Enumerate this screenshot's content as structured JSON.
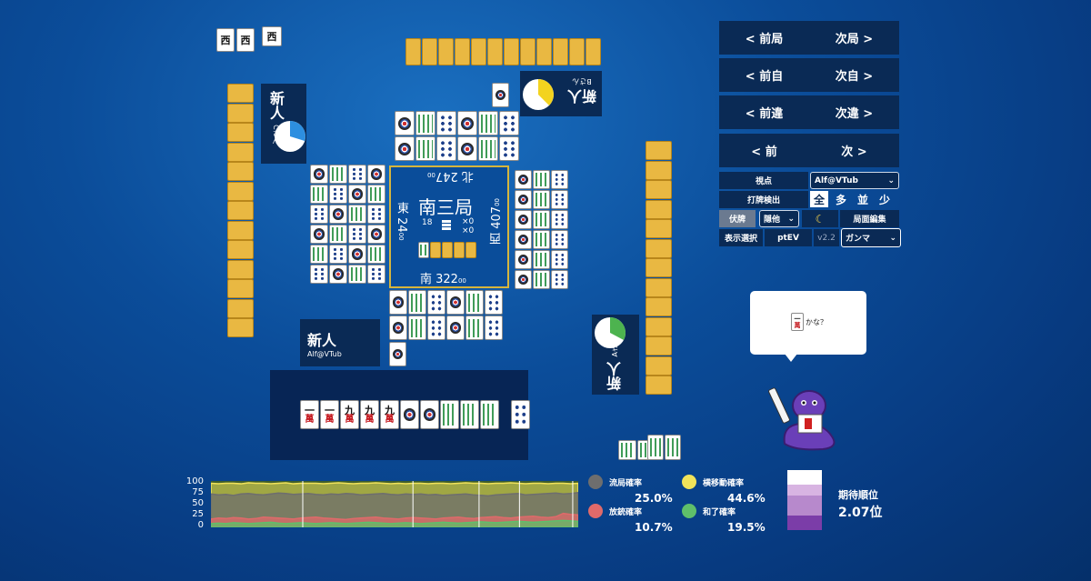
{
  "nav": {
    "prev_round": "< 前局",
    "next_round": "次局 >",
    "prev_self": "< 前自",
    "next_self": "次自 >",
    "prev_diff": "< 前違",
    "next_diff": "次違 >",
    "prev": "< 前",
    "next": "次 >"
  },
  "controls": {
    "viewpoint_label": "視点",
    "viewpoint_value": "Alf@VTub",
    "discard_detect_label": "打牌検出",
    "detect_options": [
      "全",
      "多",
      "並",
      "少"
    ],
    "detect_selected": "全",
    "hidden_label": "伏牌",
    "hidden_value": "隠他",
    "moon_icon": "moon-icon",
    "edit_label": "局面編集",
    "display_select_label": "表示選択",
    "ptev_label": "ptEV",
    "version": "v2.2",
    "gamma_value": "ガンマ"
  },
  "center": {
    "round": "南三局",
    "honba": "18",
    "riichi_a": "×0",
    "riichi_b": "×0",
    "score_south": "南 322",
    "score_south_small": "00",
    "score_east": "東 24",
    "score_east_small": "00",
    "score_west": "西 407",
    "score_west_small": "00",
    "score_north": "北 247",
    "score_north_small": "00"
  },
  "players": {
    "self": {
      "name": "新人",
      "tag": "Alf@VTub"
    },
    "right": {
      "name": "新人",
      "tag": "Aさん"
    },
    "top": {
      "name": "新人",
      "tag": "Bさん"
    },
    "left": {
      "name": "新人",
      "tag": "Cさん"
    }
  },
  "hand": [
    {
      "a": "一",
      "b": "萬",
      "kind": "man"
    },
    {
      "a": "一",
      "b": "萬",
      "kind": "man"
    },
    {
      "a": "九",
      "b": "萬",
      "kind": "man"
    },
    {
      "a": "九",
      "b": "萬",
      "kind": "man"
    },
    {
      "a": "九",
      "b": "萬",
      "kind": "man"
    },
    {
      "a": "",
      "b": "",
      "kind": "pin"
    },
    {
      "a": "",
      "b": "",
      "kind": "pin"
    },
    {
      "a": "",
      "b": "",
      "kind": "sou"
    },
    {
      "a": "",
      "b": "",
      "kind": "sou"
    },
    {
      "a": "",
      "b": "",
      "kind": "sou"
    },
    {
      "a": "",
      "b": "",
      "kind": "dots"
    }
  ],
  "speech": {
    "tile_a": "一",
    "tile_b": "萬",
    "text": "かな？"
  },
  "stats": {
    "ryukyoku_label": "流局確率",
    "ryukyoku_value": "25.0%",
    "yokoido_label": "横移動確率",
    "yokoido_value": "44.6%",
    "houjuu_label": "放銃確率",
    "houjuu_value": "10.7%",
    "hora_label": "和了確率",
    "hora_value": "19.5%",
    "expected_rank_label": "期待順位",
    "expected_rank_value": "2.07位",
    "colors": {
      "ryukyoku": "#6e6e6e",
      "yokoido": "#f1e35a",
      "houjuu": "#e06a6a",
      "hora": "#5fbf6a"
    }
  },
  "chart_data": {
    "type": "area",
    "y_ticks": [
      "100",
      "75",
      "50",
      "25",
      "0"
    ],
    "ylim": [
      0,
      100
    ],
    "series": [
      {
        "values": [
          95,
          94,
          95,
          95,
          94,
          96,
          95,
          95,
          94,
          95,
          96,
          94,
          95,
          95,
          95,
          94,
          95,
          96,
          95,
          94,
          95,
          95,
          96,
          95,
          94,
          95,
          94,
          95,
          95,
          94,
          95,
          95,
          94,
          95,
          96,
          95,
          95,
          94,
          95,
          95,
          96,
          95,
          94,
          95,
          95,
          94,
          95,
          95,
          94,
          95
        ]
      },
      {
        "values": [
          72,
          70,
          71,
          69,
          72,
          73,
          71,
          70,
          72,
          74,
          73,
          71,
          72,
          73,
          71,
          70,
          72,
          71,
          73,
          72,
          70,
          71,
          72,
          73,
          71,
          70,
          72,
          71,
          72,
          70,
          71,
          69,
          70,
          71,
          72,
          70,
          69,
          68,
          70,
          71,
          72,
          73,
          70,
          71,
          72,
          73,
          74,
          72,
          73,
          75
        ]
      },
      {
        "values": [
          18,
          20,
          19,
          21,
          20,
          18,
          19,
          22,
          21,
          20,
          19,
          18,
          20,
          21,
          22,
          20,
          19,
          18,
          17,
          19,
          20,
          21,
          22,
          20,
          19,
          18,
          20,
          21,
          20,
          19,
          18,
          20,
          21,
          22,
          20,
          19,
          21,
          22,
          23,
          21,
          20,
          22,
          23,
          24,
          22,
          21,
          23,
          30,
          28,
          27
        ]
      },
      {
        "values": [
          8,
          9,
          8,
          10,
          9,
          8,
          9,
          10,
          11,
          9,
          8,
          9,
          10,
          9,
          8,
          9,
          10,
          9,
          8,
          9,
          10,
          11,
          10,
          9,
          8,
          9,
          10,
          9,
          8,
          9,
          10,
          11,
          10,
          9,
          10,
          11,
          12,
          11,
          10,
          11,
          12,
          13,
          12,
          11,
          12,
          13,
          14,
          15,
          14,
          13
        ]
      }
    ]
  }
}
